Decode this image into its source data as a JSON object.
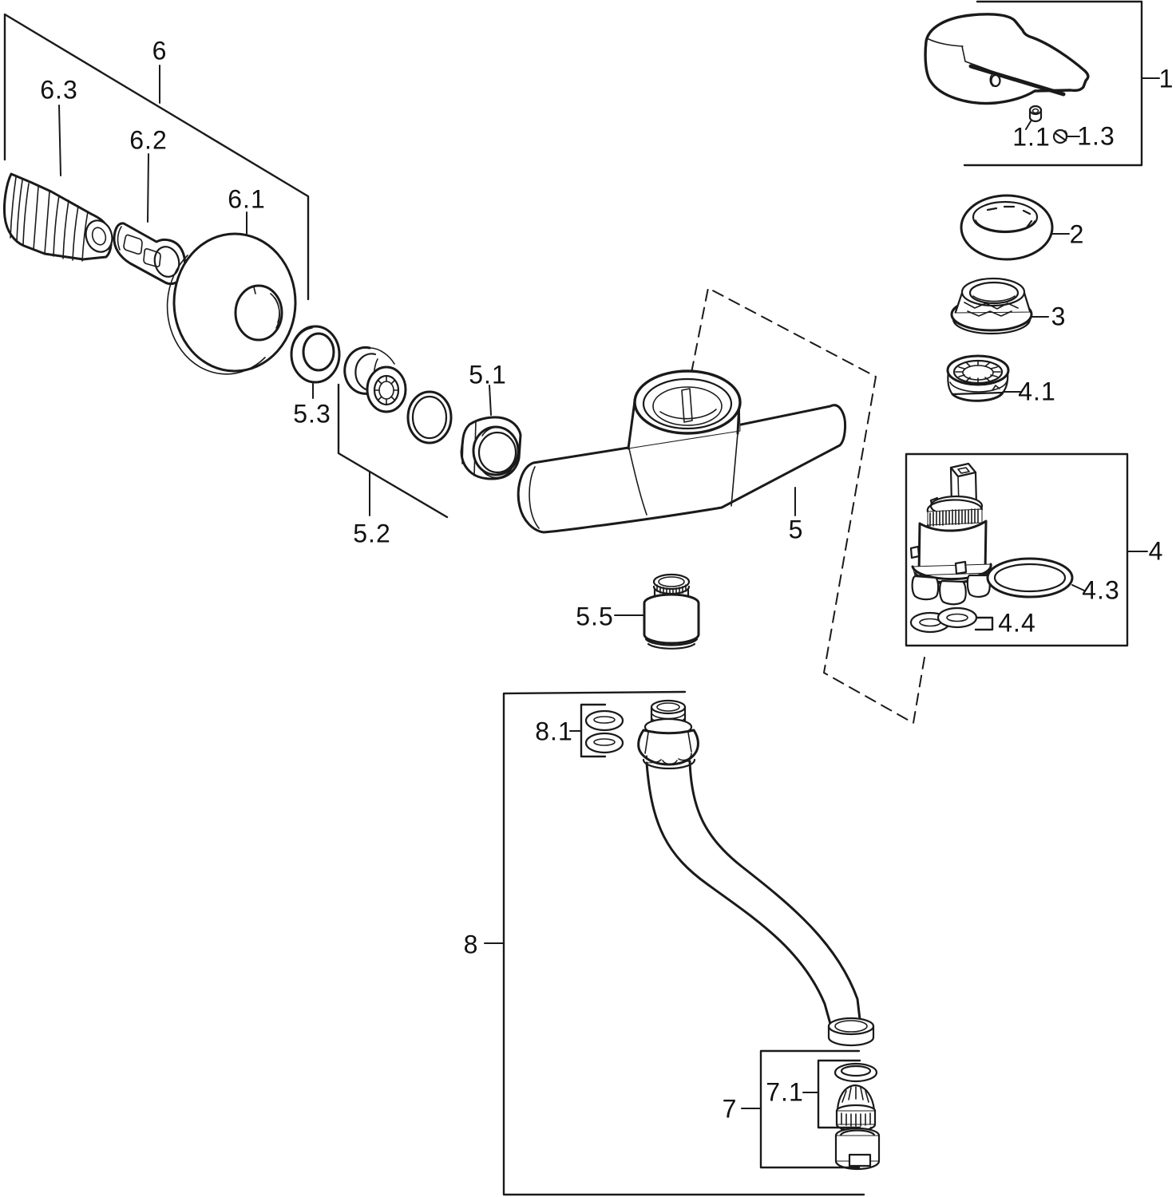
{
  "diagram": {
    "description": "Exploded parts diagram of a single-lever wall-mounted mixer faucet",
    "colors": {
      "background": "#ffffff",
      "line": "#1a1a1a"
    },
    "labels": [
      {
        "id": "part-1",
        "text": "1"
      },
      {
        "id": "part-1-1",
        "text": "1.1"
      },
      {
        "id": "part-1-3",
        "text": "1.3"
      },
      {
        "id": "part-2",
        "text": "2"
      },
      {
        "id": "part-3",
        "text": "3"
      },
      {
        "id": "part-4",
        "text": "4"
      },
      {
        "id": "part-4-1",
        "text": "4.1"
      },
      {
        "id": "part-4-3",
        "text": "4.3"
      },
      {
        "id": "part-4-4",
        "text": "4.4"
      },
      {
        "id": "part-5",
        "text": "5"
      },
      {
        "id": "part-5-1",
        "text": "5.1"
      },
      {
        "id": "part-5-2",
        "text": "5.2"
      },
      {
        "id": "part-5-3",
        "text": "5.3"
      },
      {
        "id": "part-5-5",
        "text": "5.5"
      },
      {
        "id": "part-6",
        "text": "6"
      },
      {
        "id": "part-6-1",
        "text": "6.1"
      },
      {
        "id": "part-6-2",
        "text": "6.2"
      },
      {
        "id": "part-6-3",
        "text": "6.3"
      },
      {
        "id": "part-7",
        "text": "7"
      },
      {
        "id": "part-7-1",
        "text": "7.1"
      },
      {
        "id": "part-8",
        "text": "8"
      },
      {
        "id": "part-8-1",
        "text": "8.1"
      }
    ]
  }
}
